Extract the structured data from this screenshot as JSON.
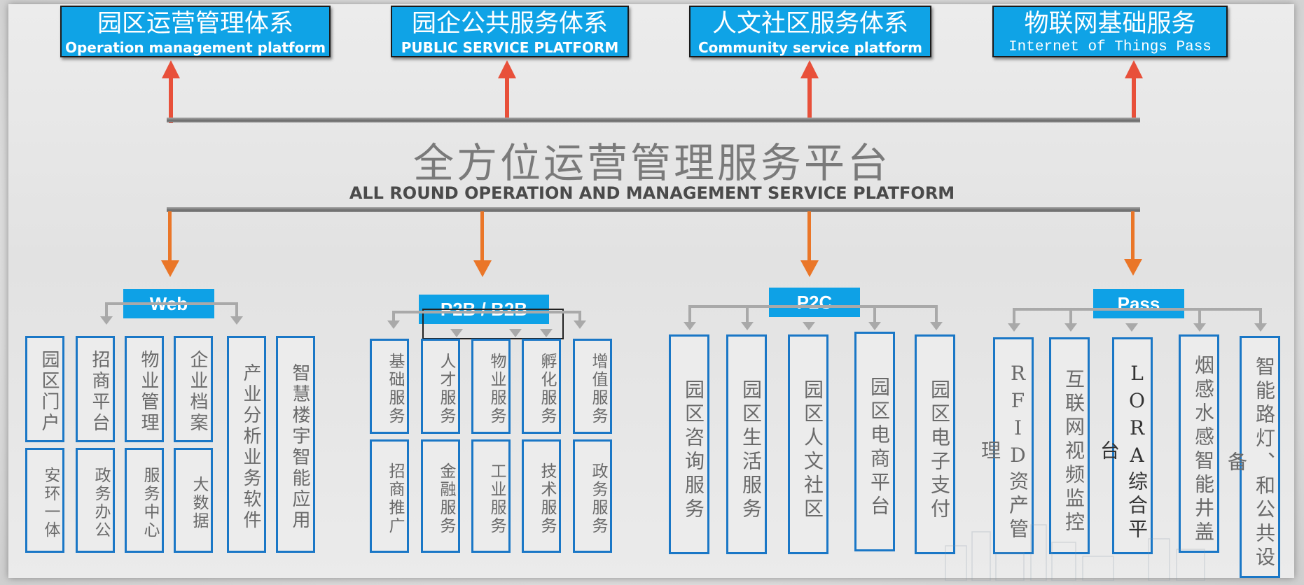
{
  "top_systems": [
    {
      "cn": "园区运营管理体系",
      "en": "Operation management platform"
    },
    {
      "cn": "园企公共服务体系",
      "en": "PUBLIC SERVICE PLATFORM"
    },
    {
      "cn": "人文社区服务体系",
      "en": "Community service platform"
    },
    {
      "cn": "物联网基础服务",
      "en": "Internet of Things Pass"
    }
  ],
  "center": {
    "title": "全方位运营管理服务平台",
    "subtitle": "ALL ROUND OPERATION AND MANAGEMENT SERVICE PLATFORM"
  },
  "categories": [
    {
      "label": "Web",
      "items": [
        {
          "top": "园区门户",
          "bottom": "安环一体"
        },
        {
          "top": "招商平台",
          "bottom": "政务办公"
        },
        {
          "top": "物业管理",
          "bottom": "服务中心"
        },
        {
          "top": "企业档案",
          "bottom": "大数据"
        },
        {
          "text": "产业分析业务软件"
        },
        {
          "text": "智慧楼宇智能应用"
        }
      ]
    },
    {
      "label": "P2B / B2B",
      "items": [
        {
          "top": "基础服务",
          "bottom": "招商推广"
        },
        {
          "top": "人才服务",
          "bottom": "金融服务"
        },
        {
          "top": "物业服务",
          "bottom": "工业服务"
        },
        {
          "top": "孵化服务",
          "bottom": "技术服务"
        },
        {
          "top": "增值服务",
          "bottom": "政务服务"
        }
      ]
    },
    {
      "label": "P2C",
      "items": [
        {
          "text": "园区咨询服务"
        },
        {
          "text": "园区生活服务"
        },
        {
          "text": "园区人文社区"
        },
        {
          "text": "园区电商平台"
        },
        {
          "text": "园区电子支付"
        }
      ]
    },
    {
      "label": "Pass",
      "items": [
        {
          "text": "RFID资产管理"
        },
        {
          "text": "互联网视频监控"
        },
        {
          "text": "LORA综合平台"
        },
        {
          "text": "烟感水感智能井盖"
        },
        {
          "text": "智能路灯、和公共设备"
        }
      ]
    }
  ],
  "colors": {
    "accent": "#0fa3e6",
    "box_border": "#1a77c6",
    "up_arrow": "#e8503a",
    "down_arrow": "#ea7628"
  }
}
